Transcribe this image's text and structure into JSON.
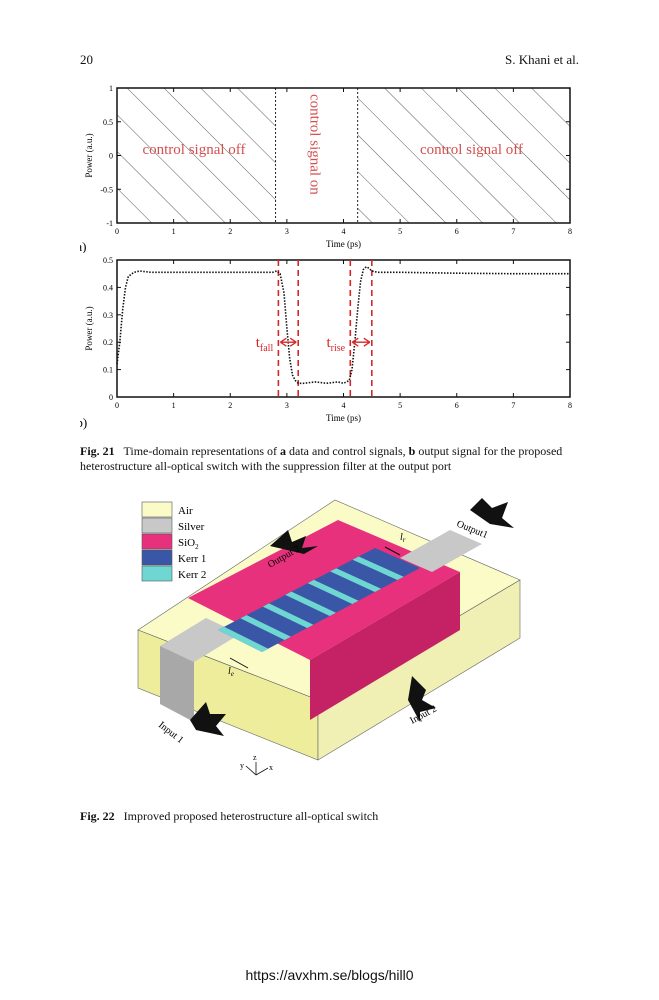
{
  "header": {
    "page_number": "20",
    "authors": "S. Khani et al."
  },
  "fig21": {
    "caption_label": "Fig. 21",
    "caption_text_1": "Time-domain representations of ",
    "caption_a": "a",
    "caption_text_2": " data and control signals, ",
    "caption_b": "b",
    "caption_text_3": " output signal for the proposed",
    "caption_line2": "heterostructure all-optical switch with the suppression filter at the output port",
    "panel_a": {
      "panel_label": "(a)",
      "text_off_left": "control signal off",
      "text_on": "control signal on",
      "text_off_right": "control signal off"
    },
    "panel_b": {
      "panel_label": "(b)",
      "t_fall": "t",
      "t_fall_sub": "fall",
      "t_rise": "t",
      "t_rise_sub": "rise"
    }
  },
  "chart_data": [
    {
      "type": "line",
      "xlabel": "Time (ps)",
      "ylabel": "Power (a.u.)",
      "xlim": [
        0,
        8
      ],
      "ylim": [
        -1,
        1
      ],
      "xticks": [
        "0",
        "1",
        "2",
        "3",
        "4",
        "5",
        "6",
        "7",
        "8"
      ],
      "yticks": [
        "-1",
        "-0.5",
        "0",
        "0.5",
        "1"
      ],
      "control_off_regions": [
        [
          0,
          2.8
        ],
        [
          4.25,
          8
        ]
      ],
      "control_on_region": [
        2.8,
        4.25
      ]
    },
    {
      "type": "line",
      "xlabel": "Time (ps)",
      "ylabel": "Power (a.u.)",
      "xlim": [
        0,
        8
      ],
      "ylim": [
        0,
        0.5
      ],
      "xticks": [
        "0",
        "1",
        "2",
        "3",
        "4",
        "5",
        "6",
        "7",
        "8"
      ],
      "yticks": [
        "0",
        "0.1",
        "0.2",
        "0.3",
        "0.4",
        "0.5"
      ],
      "markers_x": [
        2.85,
        3.2,
        4.12,
        4.5
      ],
      "series": [
        {
          "x": [
            0,
            0.05,
            0.1,
            0.15,
            0.2,
            0.3,
            0.4,
            0.6,
            1.0,
            1.5,
            2.0,
            2.5,
            2.75,
            2.82,
            2.88,
            2.95,
            3.0,
            3.05,
            3.1,
            3.15,
            3.2,
            3.3,
            3.5,
            3.7,
            3.9,
            4.0,
            4.1,
            4.15,
            4.2,
            4.25,
            4.3,
            4.35,
            4.4,
            4.45,
            4.5,
            4.6,
            4.8,
            5.0,
            6.0,
            7.0,
            8.0
          ],
          "y": [
            0.12,
            0.2,
            0.32,
            0.4,
            0.44,
            0.455,
            0.46,
            0.455,
            0.455,
            0.455,
            0.455,
            0.455,
            0.455,
            0.46,
            0.45,
            0.38,
            0.25,
            0.14,
            0.08,
            0.06,
            0.05,
            0.05,
            0.055,
            0.05,
            0.055,
            0.05,
            0.06,
            0.1,
            0.2,
            0.32,
            0.42,
            0.465,
            0.475,
            0.47,
            0.46,
            0.455,
            0.455,
            0.455,
            0.452,
            0.45,
            0.45
          ]
        }
      ]
    }
  ],
  "fig22": {
    "caption_label": "Fig. 22",
    "caption_text": "Improved proposed heterostructure all-optical switch",
    "legend": [
      {
        "label": "Air",
        "color": "#fbfbc8"
      },
      {
        "label": "Silver",
        "color": "#c8c8c8"
      },
      {
        "label": "SiO",
        "sub": "2",
        "color": "#e8317d"
      },
      {
        "label": "Kerr 1",
        "color": "#3a57a7"
      },
      {
        "label": "Kerr 2",
        "color": "#6fd7d2"
      }
    ],
    "labels": {
      "output2": "Output 2",
      "output1": "Output1",
      "input1": "Input 1",
      "input2": "Input 2",
      "l_top": "l",
      "l_top_sub": "r",
      "l_bottom": "l",
      "l_bottom_sub": "e",
      "axis_y": "y",
      "axis_z": "z",
      "axis_x": "x"
    }
  },
  "footer_url": "https://avxhm.se/blogs/hill0"
}
